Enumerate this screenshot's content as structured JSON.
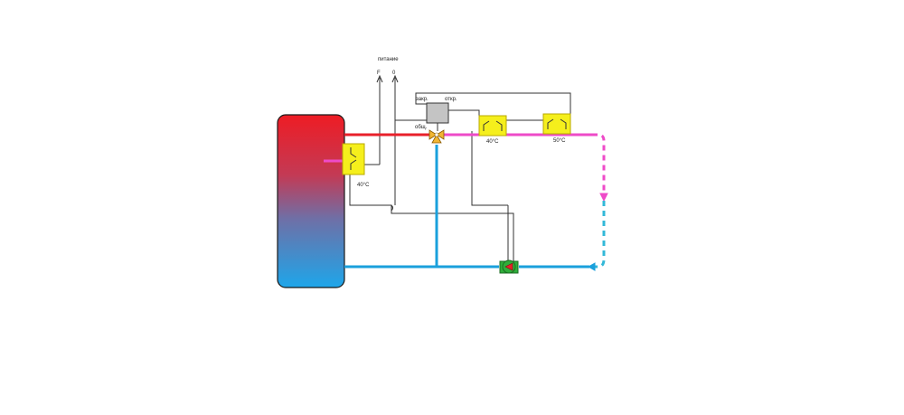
{
  "labels": {
    "power": "питание",
    "phase": "F",
    "neutral": "0",
    "valve_closed": "закр.",
    "valve_open": "откр.",
    "valve_common": "общ.",
    "thermostat_tank": "40°C",
    "thermostat_mid": "40°C",
    "thermostat_right": "50°C"
  },
  "colors": {
    "hot_line": "#e8202a",
    "mixed_line": "#ee4bc8",
    "cold_line": "#1aa0dc",
    "return_dashed_top": "#ee4bc8",
    "return_dashed_bottom": "#33b8d8",
    "wire": "#333333",
    "thermostat_fill": "#f5ef1c",
    "thermostat_stroke": "#b9a900",
    "actuator_fill": "#c4c4c4",
    "valve_fill": "#f2b632",
    "pump_fill": "#2fae3a",
    "tank_top": "#ee1c24",
    "tank_bottom": "#1ea6ea"
  },
  "icons": {
    "tank": "storage-tank-icon",
    "valve": "three-way-valve-icon",
    "actuator": "valve-actuator-icon",
    "pump": "circulation-pump-icon",
    "thermostat": "thermostat-switch-icon"
  }
}
